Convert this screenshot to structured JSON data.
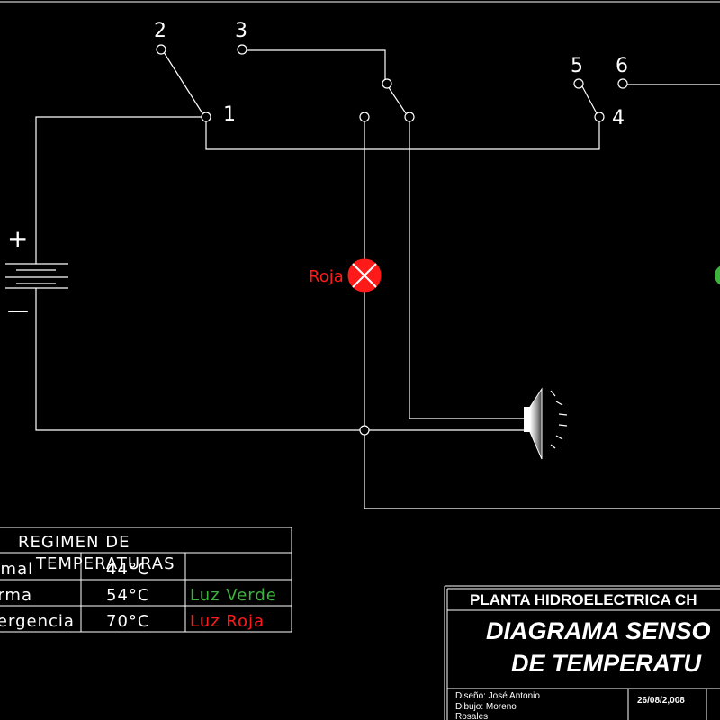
{
  "terminals": {
    "t1": "1",
    "t2": "2",
    "t3": "3",
    "t4": "4",
    "t5": "5",
    "t6": "6"
  },
  "battery": {
    "plus": "+",
    "minus": "—"
  },
  "lamp_red_label": "Roja",
  "regimen_table": {
    "header": "REGIMEN DE TEMPERATURAS",
    "header_line1": "REGIMEN  DE",
    "header_line2": "TEMPERATURAS",
    "rows": [
      {
        "state": "Normal",
        "temp": "44°C",
        "light": ""
      },
      {
        "state": "Alarma",
        "temp": "54°C",
        "light": "Luz Verde"
      },
      {
        "state": "Emergencia",
        "temp": "70°C",
        "light": "Luz Roja"
      }
    ]
  },
  "title_block": {
    "plant": "PLANTA HIDROELECTRICA CH",
    "title_line1": "DIAGRAMA SENSO",
    "title_line2": "DE TEMPERATU",
    "design_label": "Diseño: José Antonio",
    "drawn_label": "Dibujo: Moreno",
    "name_extra": "Rosales",
    "date": "26/08/2,008"
  },
  "colors": {
    "line": "#ffffff",
    "red": "#ff1a1a",
    "green": "#3cb43c",
    "background": "#000000"
  }
}
